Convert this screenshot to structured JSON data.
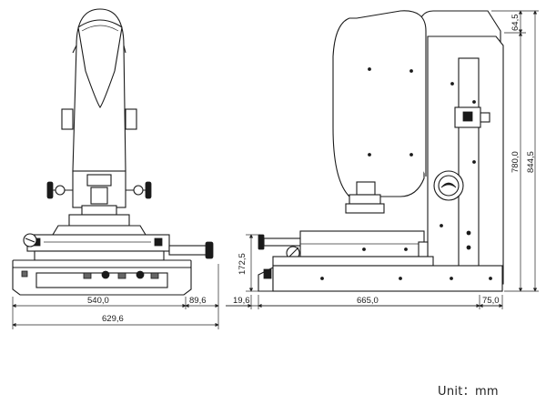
{
  "dimensions": {
    "front_inner_width": "540,0",
    "front_right_overhang": "89,6",
    "front_total_width": "629,6",
    "side_left_overhang": "19,6",
    "side_base_depth": "665,0",
    "side_right_overhang": "75,0",
    "side_stage_height": "172,5",
    "side_column_height": "780,0",
    "side_total_height": "844,5",
    "side_top_offset": "64,5"
  },
  "unit_label": "Unit：mm"
}
